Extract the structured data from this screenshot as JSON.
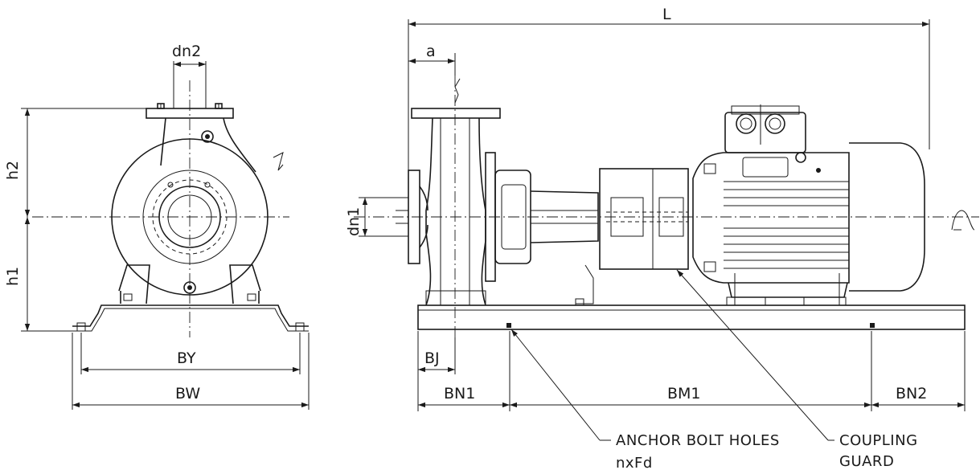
{
  "dimensions": {
    "dn2": "dn2",
    "h2": "h2",
    "h1": "h1",
    "BY": "BY",
    "BW": "BW",
    "L": "L",
    "a": "a",
    "dn1": "dn1",
    "BJ": "BJ",
    "BN1": "BN1",
    "BM1": "BM1",
    "BN2": "BN2"
  },
  "notes": {
    "anchor_line1": "ANCHOR BOLT HOLES",
    "anchor_line2": "nxFd",
    "guard_line1": "COUPLING",
    "guard_line2": "GUARD"
  }
}
